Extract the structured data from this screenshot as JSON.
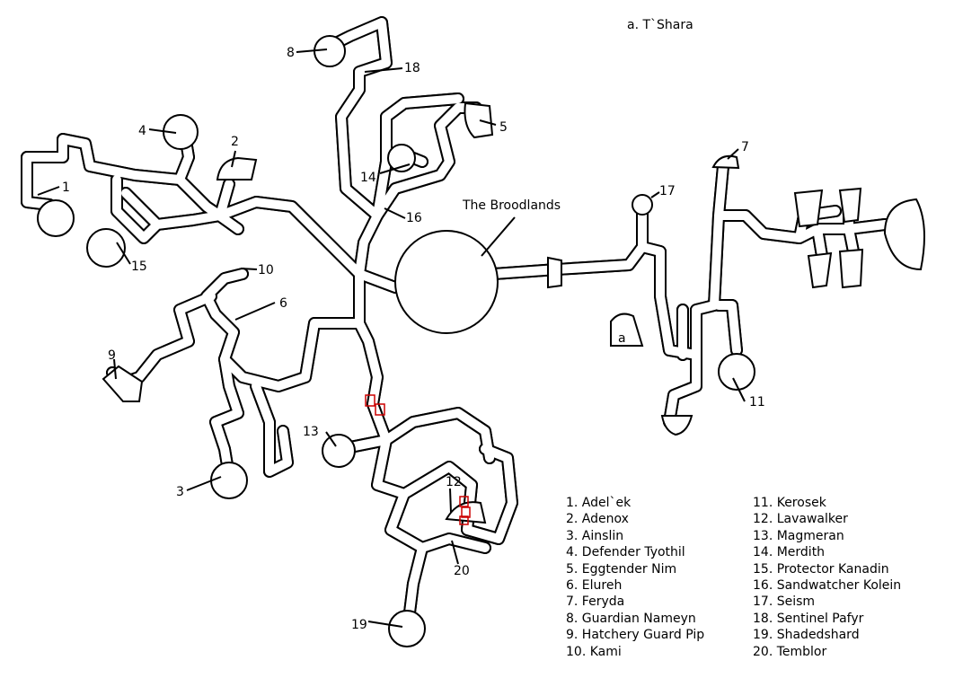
{
  "map": {
    "header_note": "a. T`Shara",
    "zone_label": "The Broodlands",
    "point_a_label": "a",
    "colors": {
      "wall": "#000000",
      "door": "#cc0000",
      "background": "#ffffff"
    },
    "markers": [
      "1",
      "2",
      "3",
      "4",
      "5",
      "6",
      "7",
      "8",
      "9",
      "10",
      "11",
      "12",
      "13",
      "14",
      "15",
      "16",
      "17",
      "18",
      "19",
      "20"
    ]
  },
  "legend": {
    "col1": [
      "1. Adel`ek",
      "2. Adenox",
      "3. Ainslin",
      "4. Defender Tyothil",
      "5. Eggtender Nim",
      "6. Elureh",
      "7. Feryda",
      "8. Guardian Nameyn",
      "9. Hatchery Guard Pip",
      "10. Kami"
    ],
    "col2": [
      "11. Kerosek",
      "12. Lavawalker",
      "13. Magmeran",
      "14. Merdith",
      "15. Protector Kanadin",
      "16. Sandwatcher Kolein",
      "17. Seism",
      "18. Sentinel Pafyr",
      "19. Shadedshard",
      "20. Temblor"
    ]
  }
}
